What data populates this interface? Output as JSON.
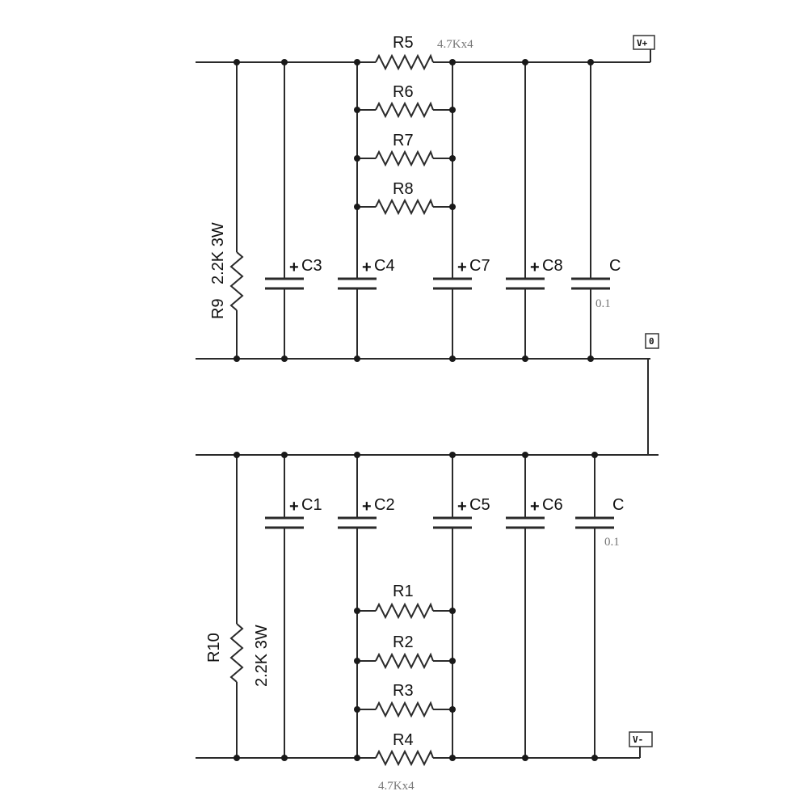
{
  "resistors": {
    "r5": "R5",
    "r6": "R6",
    "r7": "R7",
    "r8": "R8",
    "r1": "R1",
    "r2": "R2",
    "r3": "R3",
    "r4": "R4",
    "r9": "R9",
    "r10": "R10"
  },
  "values": {
    "bank_top": "4.7Kx4",
    "bank_bottom": "4.7Kx4",
    "r9_value": "2.2K 3W",
    "r10_value": "2.2K 3W",
    "cap_top_right": "0.1",
    "cap_bottom_right": "0.1"
  },
  "capacitors": {
    "c3": "C3",
    "c4": "C4",
    "c7": "C7",
    "c8": "C8",
    "c_top_right": "C",
    "c1": "C1",
    "c2": "C2",
    "c5": "C5",
    "c6": "C6",
    "c_bottom_right": "C",
    "plus": "+"
  },
  "terminals": {
    "v_plus": "V+",
    "ground": "0",
    "v_minus": "V-"
  },
  "colors": {
    "wire": "#2a2a2a",
    "value_text": "#777777"
  }
}
